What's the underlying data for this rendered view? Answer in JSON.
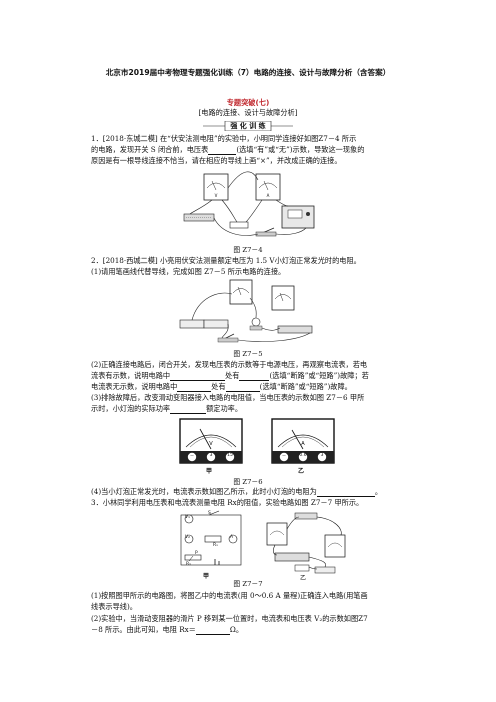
{
  "doc": {
    "title": "北京市2019届中考物理专题强化训练（7）电路的连接、设计与故障分析（含答案）",
    "section_title": "专题突破(七)",
    "section_subtitle": "[电路的连接、设计与故障分析]",
    "banner": "强 化 训 练",
    "q1": {
      "line1": "1．[2018·东城二模] 在“伏安法测电阻”的实验中，小明同学连接好如图Z7－4 所示",
      "line2a": "的电路，发现开关 S 闭合前，电压表",
      "line2b": "(选填“有”或“无”)示数，导致这一现象的",
      "line3": "原因是有一根导线连接不恰当，请在相应的导线上画“×”，并改成正确的连接。",
      "fig_caption": "图 Z7－4"
    },
    "q2": {
      "line1": "2．[2018·西城二模] 小亮用伏安法测量额定电压为 1.5 V小灯泡正常发光时的电阻。",
      "p1": "(1)请用笔画线代替导线，完成如图 Z7－5 所示电路的连接。",
      "fig5_caption": "图 Z7－5",
      "p2_line1": "(2)正确连接电路后，闭合开关，发现电压表的示数等于电源电压，再观察电流表，若电",
      "p2_line2a": "流表有示数，说明电路中",
      "p2_line2b": "处有",
      "p2_line2c": "(选填“断路”或“短路”)故障；若",
      "p2_line3a": "电流表无示数，说明电路中",
      "p2_line3b": "处有",
      "p2_line3c": "(选填“断路”或“短路”)故障。",
      "p3_line1": "(3)排除故障后，改变滑动变阻器接入电路的电阻值，当电压表的示数如图 Z7－6 甲所",
      "p3_line2a": "示时，小灯泡的实际功率",
      "p3_line2b": "额定功率。",
      "fig6_label_a": "甲",
      "fig6_label_b": "乙",
      "fig6_caption": "图 Z7－6",
      "p4": "(4)当小灯泡正常发光时，电流表示数如图乙所示，此时小灯泡的电阻为"
    },
    "q3": {
      "line1": "3．小林同学利用电压表和电流表测量电阻 Rx的阻值，实验电路如图 Z7－7 甲所示。",
      "fig_label_a": "甲",
      "fig_label_b": "乙",
      "fig_caption": "图 Z7－7",
      "p1_line1": "(1)按照图甲所示的电路图，将图乙中的电流表(用 0～0.6 A 量程)正确连入电路(用笔画",
      "p1_line2": "线表示导线)。",
      "p2_line1": "(2)实验中，当滑动变阻器的滑片 P 移到某一位置时，电流表和电压表 V₂的示数如图Z7",
      "p2_line2a": "－8 所示。由此可知，电阻 Rx＝",
      "p2_line2b": "Ω。",
      "circuit_labels": [
        "V₁",
        "S",
        "V₂",
        "A",
        "Rₓ",
        "P",
        "R₁"
      ]
    },
    "meter_terminals": [
      "－",
      "3",
      "15",
      "－",
      "0.6",
      "3"
    ]
  }
}
